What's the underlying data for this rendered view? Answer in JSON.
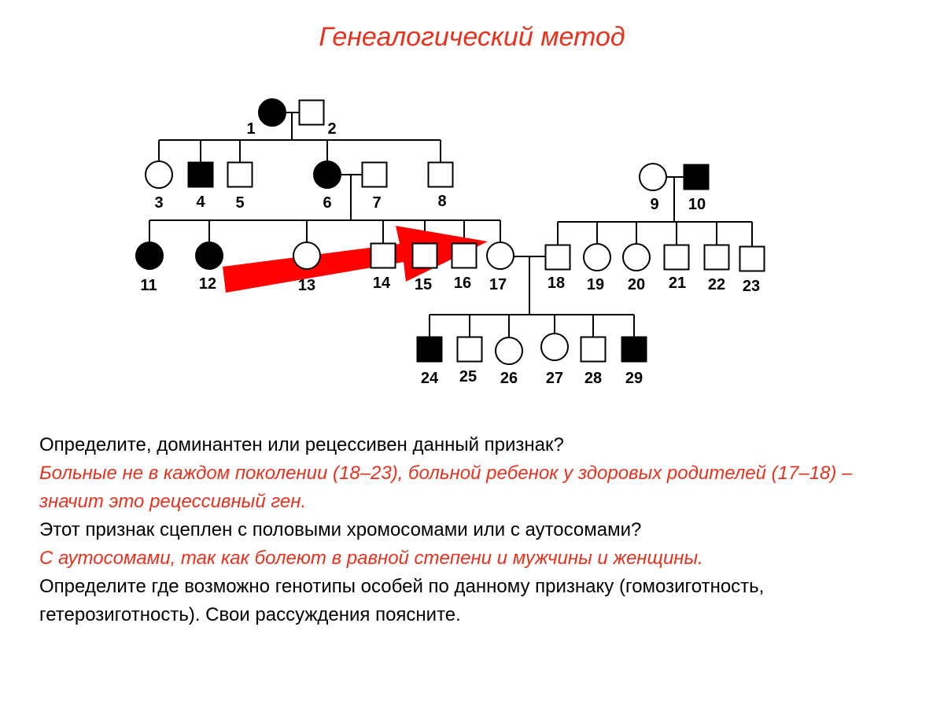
{
  "title": "Генеалогический метод",
  "pedigree": {
    "individuals": [
      {
        "id": "1",
        "label": "1",
        "sex": "female",
        "affected": true
      },
      {
        "id": "2",
        "label": "2",
        "sex": "male",
        "affected": false
      },
      {
        "id": "3",
        "label": "3",
        "sex": "female",
        "affected": false
      },
      {
        "id": "4",
        "label": "4",
        "sex": "male",
        "affected": true
      },
      {
        "id": "5",
        "label": "5",
        "sex": "male",
        "affected": false
      },
      {
        "id": "6",
        "label": "6",
        "sex": "female",
        "affected": true
      },
      {
        "id": "7",
        "label": "7",
        "sex": "male",
        "affected": false
      },
      {
        "id": "8",
        "label": "8",
        "sex": "male",
        "affected": false
      },
      {
        "id": "9",
        "label": "9",
        "sex": "female",
        "affected": false
      },
      {
        "id": "10",
        "label": "10",
        "sex": "male",
        "affected": true
      },
      {
        "id": "11",
        "label": "11",
        "sex": "female",
        "affected": true
      },
      {
        "id": "12",
        "label": "12",
        "sex": "female",
        "affected": true
      },
      {
        "id": "13",
        "label": "13",
        "sex": "female",
        "affected": false
      },
      {
        "id": "14",
        "label": "14",
        "sex": "male",
        "affected": false
      },
      {
        "id": "15",
        "label": "15",
        "sex": "male",
        "affected": false
      },
      {
        "id": "16",
        "label": "16",
        "sex": "male",
        "affected": false
      },
      {
        "id": "17",
        "label": "17",
        "sex": "female",
        "affected": false
      },
      {
        "id": "18",
        "label": "18",
        "sex": "male",
        "affected": false
      },
      {
        "id": "19",
        "label": "19",
        "sex": "female",
        "affected": false
      },
      {
        "id": "20",
        "label": "20",
        "sex": "female",
        "affected": false
      },
      {
        "id": "21",
        "label": "21",
        "sex": "male",
        "affected": false
      },
      {
        "id": "22",
        "label": "22",
        "sex": "male",
        "affected": false
      },
      {
        "id": "23",
        "label": "23",
        "sex": "male",
        "affected": false
      },
      {
        "id": "24",
        "label": "24",
        "sex": "male",
        "affected": true
      },
      {
        "id": "25",
        "label": "25",
        "sex": "male",
        "affected": false
      },
      {
        "id": "26",
        "label": "26",
        "sex": "female",
        "affected": false
      },
      {
        "id": "27",
        "label": "27",
        "sex": "female",
        "affected": false
      },
      {
        "id": "28",
        "label": "28",
        "sex": "male",
        "affected": false
      },
      {
        "id": "29",
        "label": "29",
        "sex": "male",
        "affected": true
      }
    ],
    "colors": {
      "affected": "#000000",
      "unaffected": "#ffffff",
      "line": "#000000",
      "arrow": "#ff0000"
    }
  },
  "text": {
    "q1": "Определите, доминантен или рецессивен данный признак?",
    "a1": "Больные не в каждом поколении (18–23), больной ребенок у здоровых родителей (17–18) – значит это рецессивный ген.",
    "q2": "Этот признак сцеплен с половыми хромосомами или с аутосомами?",
    "a2": "С аутосомами, так как болеют в равной степени и мужчины и женщины.",
    "q3": "Определите где возможно генотипы особей по данному признаку (гомозиготность, гетерозиготность). Свои рассуждения поясните."
  },
  "accent_color": "#e8321e"
}
